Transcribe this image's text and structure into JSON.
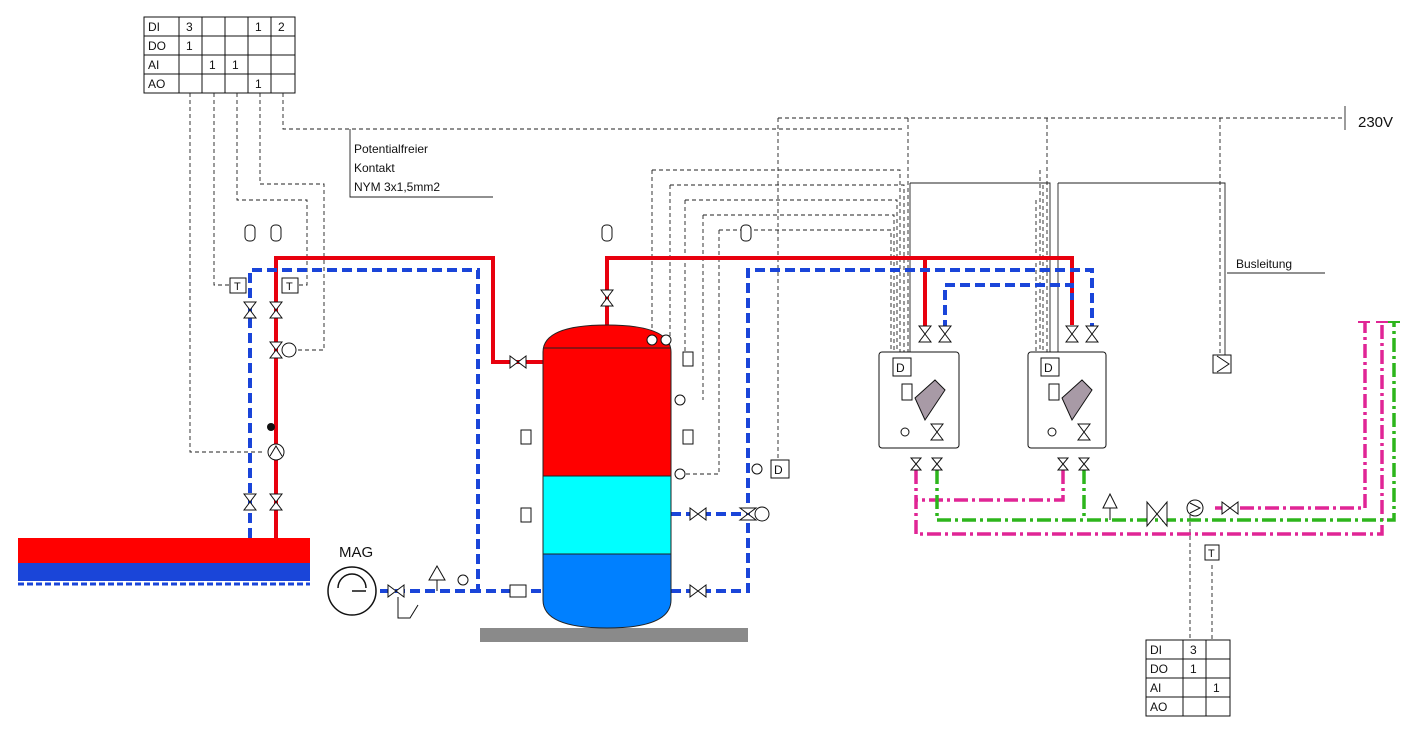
{
  "io_table_top": {
    "rows": [
      {
        "label": "DI",
        "cells": [
          "3",
          "",
          "",
          "1",
          "2"
        ]
      },
      {
        "label": "DO",
        "cells": [
          "1",
          "",
          "",
          "",
          ""
        ]
      },
      {
        "label": "AI",
        "cells": [
          "",
          "1",
          "1",
          "",
          ""
        ]
      },
      {
        "label": "AO",
        "cells": [
          "",
          "",
          "",
          "1",
          ""
        ]
      }
    ]
  },
  "io_table_bottom": {
    "rows": [
      {
        "label": "DI",
        "cells": [
          "3",
          ""
        ]
      },
      {
        "label": "DO",
        "cells": [
          "1",
          ""
        ]
      },
      {
        "label": "AI",
        "cells": [
          "",
          "1"
        ]
      },
      {
        "label": "AO",
        "cells": [
          "",
          ""
        ]
      }
    ]
  },
  "labels": {
    "contact_line1": "Potentialfreier",
    "contact_line2": "Kontakt",
    "contact_line3": "NYM 3x1,5mm2",
    "voltage": "230V",
    "bus": "Busleitung",
    "mag": "MAG",
    "sensor_t": "T",
    "device_d": "D"
  },
  "colors": {
    "supply": "#e8000e",
    "return": "#1a45d9",
    "tank_hot": "#ff0000",
    "tank_mid": "#00ffff",
    "tank_cold": "#0080ff",
    "dhw_circulation": "#e02595",
    "cold_water": "#2db51c",
    "foundation": "#8a8a8a"
  }
}
